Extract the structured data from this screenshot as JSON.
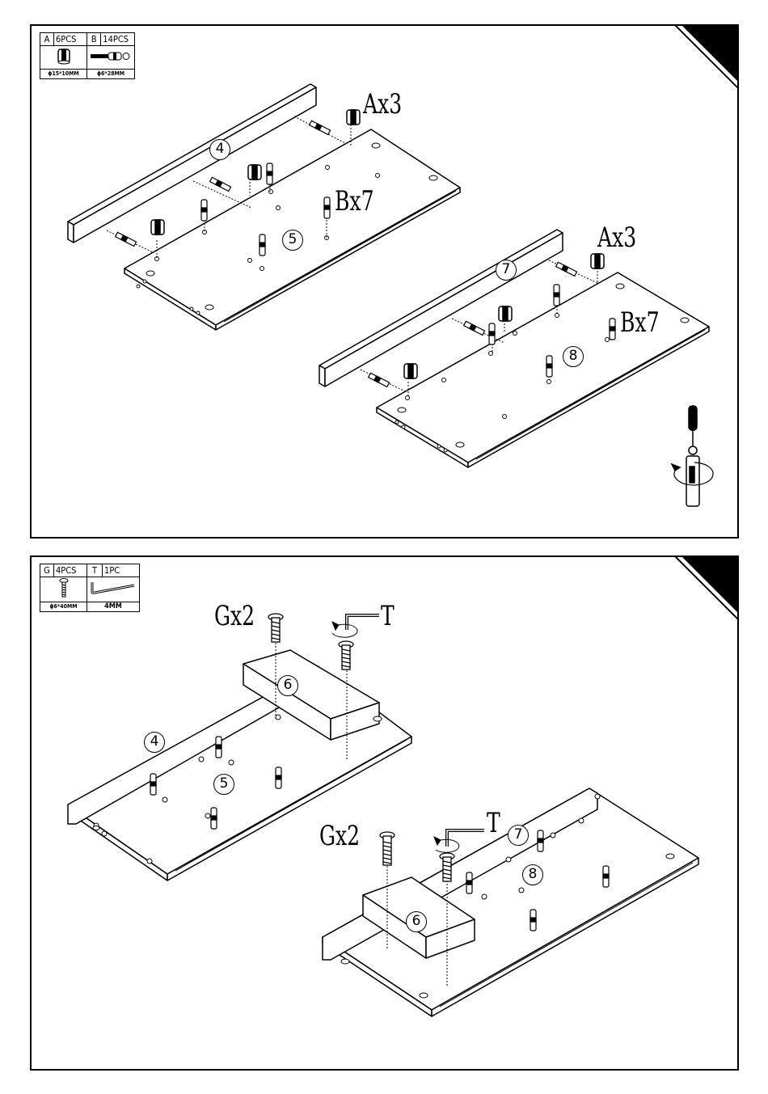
{
  "panel1": {
    "parts_table": {
      "part_a": {
        "code": "A",
        "qty": "6PCS",
        "size": "ϕ15*10MM"
      },
      "part_b": {
        "code": "B",
        "qty": "14PCS",
        "size": "ϕ6*28MM"
      }
    },
    "labels": {
      "upper_ax": "Ax3",
      "upper_bx": "Bx7",
      "lower_ax": "Ax3",
      "lower_bx": "Bx7"
    },
    "part_numbers": {
      "rail_top": "4",
      "board_top": "5",
      "rail_bottom": "7",
      "board_bottom": "8"
    }
  },
  "panel2": {
    "parts_table": {
      "part_g": {
        "code": "G",
        "qty": "4PCS",
        "size": "ϕ6*40MM"
      },
      "part_t": {
        "code": "T",
        "qty": "1PC",
        "size": "4MM"
      }
    },
    "labels": {
      "left_gx": "Gx2",
      "left_t": "T",
      "right_gx": "Gx2",
      "right_t": "T"
    },
    "part_numbers": {
      "left_block": "6",
      "left_rail": "4",
      "left_board": "5",
      "right_block": "6",
      "right_rail": "7",
      "right_board": "8"
    }
  },
  "colors": {
    "line": "#000000",
    "background": "#ffffff"
  }
}
